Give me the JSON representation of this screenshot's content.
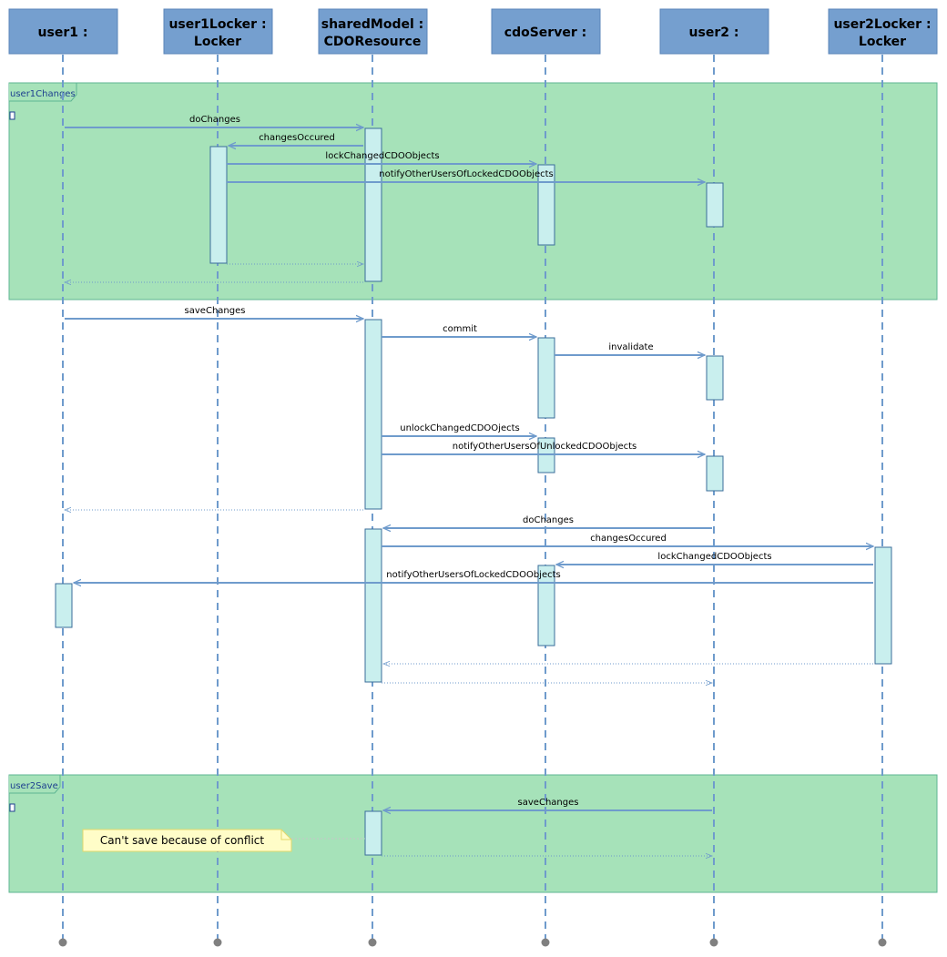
{
  "lifelines": [
    {
      "id": "user1",
      "lines": [
        "user1 :"
      ]
    },
    {
      "id": "user1Locker",
      "lines": [
        "user1Locker :",
        "Locker"
      ]
    },
    {
      "id": "sharedModel",
      "lines": [
        "sharedModel :",
        "CDOResource"
      ]
    },
    {
      "id": "cdoServer",
      "lines": [
        "cdoServer :"
      ]
    },
    {
      "id": "user2",
      "lines": [
        "user2 :"
      ]
    },
    {
      "id": "user2Locker",
      "lines": [
        "user2Locker :",
        "Locker"
      ]
    }
  ],
  "frames": [
    {
      "label": "user1Changes"
    },
    {
      "label": "user2Save"
    }
  ],
  "messages": [
    {
      "from": "user1",
      "to": "sharedModel",
      "label": "doChanges",
      "kind": "sync"
    },
    {
      "from": "sharedModel",
      "to": "user1Locker",
      "label": "changesOccured",
      "kind": "sync"
    },
    {
      "from": "user1Locker",
      "to": "cdoServer",
      "label": "lockChangedCDOObjects",
      "kind": "sync"
    },
    {
      "from": "user1Locker",
      "to": "user2",
      "label": "notifyOtherUsersOfLockedCDOObjects",
      "kind": "sync"
    },
    {
      "from": "user1Locker",
      "to": "sharedModel",
      "label": "",
      "kind": "return"
    },
    {
      "from": "sharedModel",
      "to": "user1",
      "label": "",
      "kind": "return"
    },
    {
      "from": "user1",
      "to": "sharedModel",
      "label": "saveChanges",
      "kind": "sync"
    },
    {
      "from": "sharedModel",
      "to": "cdoServer",
      "label": "commit",
      "kind": "sync"
    },
    {
      "from": "cdoServer",
      "to": "user2",
      "label": "invalidate",
      "kind": "sync"
    },
    {
      "from": "sharedModel",
      "to": "cdoServer",
      "label": "unlockChangedCDOOjects",
      "kind": "sync"
    },
    {
      "from": "sharedModel",
      "to": "user2",
      "label": "notifyOtherUsersOfUnlockedCDOObjects",
      "kind": "sync"
    },
    {
      "from": "sharedModel",
      "to": "user1",
      "label": "",
      "kind": "return"
    },
    {
      "from": "user2",
      "to": "sharedModel",
      "label": "doChanges",
      "kind": "sync"
    },
    {
      "from": "sharedModel",
      "to": "user2Locker",
      "label": "changesOccured",
      "kind": "sync"
    },
    {
      "from": "user2Locker",
      "to": "cdoServer",
      "label": "lockChangedCDOObjects",
      "kind": "sync"
    },
    {
      "from": "user2Locker",
      "to": "user1",
      "label": "notifyOtherUsersOfLockedCDOObjects",
      "kind": "sync"
    },
    {
      "from": "user2Locker",
      "to": "sharedModel",
      "label": "",
      "kind": "return"
    },
    {
      "from": "sharedModel",
      "to": "user2",
      "label": "",
      "kind": "return"
    },
    {
      "from": "user2",
      "to": "sharedModel",
      "label": "saveChanges",
      "kind": "sync"
    },
    {
      "from": "sharedModel",
      "to": "user2",
      "label": "",
      "kind": "return"
    }
  ],
  "note": {
    "text": "Can't save because of conflict"
  },
  "colors": {
    "header_fill": "#759fcf",
    "header_stroke": "#5a84b8",
    "lifeline": "#6f9bcc",
    "frame_fill": "#a6e2b9",
    "frame_stroke": "#5db592",
    "activation_fill": "#c9efee",
    "activation_stroke": "#3a6c9a",
    "message": "#6f9bcc",
    "note_fill": "#fffdc8",
    "note_stroke": "#e3d86a"
  }
}
